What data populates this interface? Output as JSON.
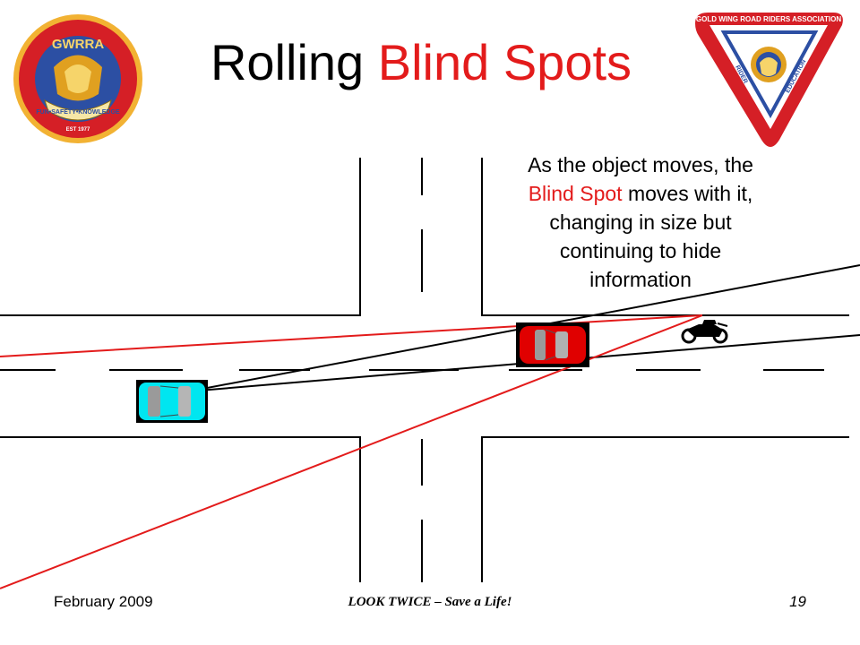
{
  "slide": {
    "title_part1": "Rolling ",
    "title_part2": "Blind Spots",
    "callout_line1": "As the object moves, the",
    "callout_highlight": "Blind Spot",
    "callout_line2_rest": " moves with it,",
    "callout_line3": "changing in size but",
    "callout_line4": "continuing to hide",
    "callout_line5": "information"
  },
  "footer": {
    "date": "February 2009",
    "center": "LOOK TWICE – Save a Life!",
    "page": "19"
  },
  "logo_left": {
    "top_text": "GWRRA",
    "banner_text": "FUN•SAFETY•KNOWLEDGE",
    "est_text": "EST 1977"
  },
  "logo_right": {
    "arc_text": "GOLD WING ROAD RIDERS ASSOCIATION",
    "side_left": "RIDER",
    "side_right": "EDUCATION"
  },
  "colors": {
    "title_black": "#000000",
    "highlight_red": "#e31b1b",
    "car_red": "#e00000",
    "car_cyan": "#00e6f0",
    "sight_line_red": "#e31b1b",
    "road_line": "#000000",
    "logo_red": "#d51f26",
    "logo_blue": "#2c4fa3",
    "logo_gold": "#e0a020"
  },
  "icons": {
    "motorcycle": "motorcycle-icon",
    "red_car": "red-car-icon",
    "cyan_car": "cyan-car-icon",
    "logo_left": "gwrra-seal-logo",
    "logo_right": "rider-education-triangle-logo"
  }
}
